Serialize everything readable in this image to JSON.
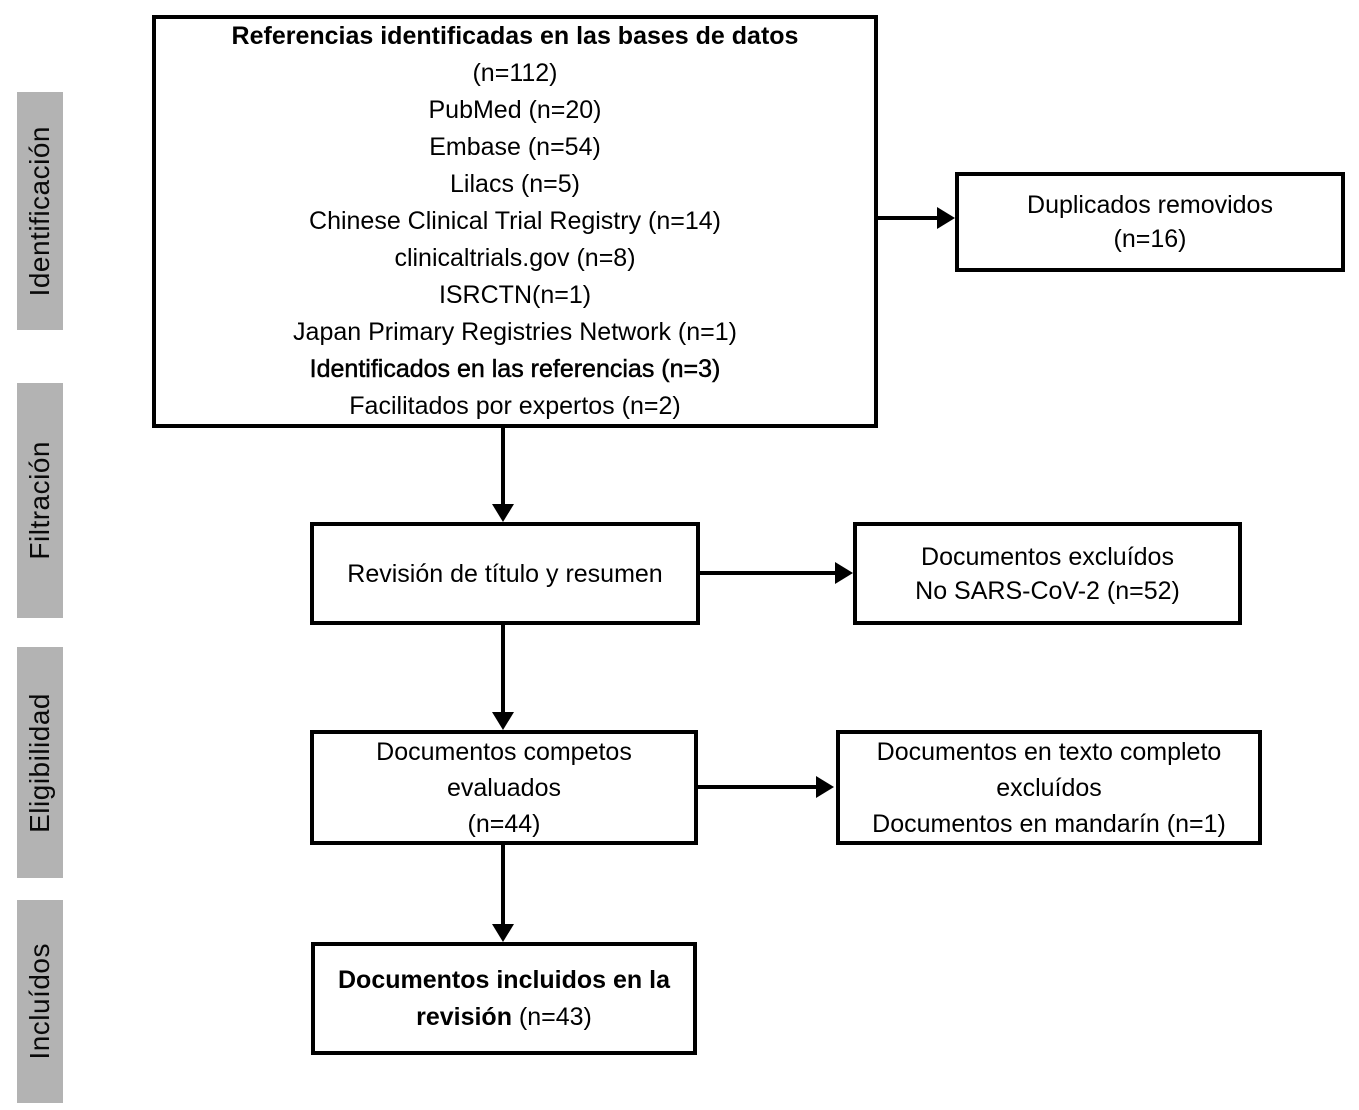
{
  "sidebar": {
    "bar_color": "#b3b3b3",
    "stages": [
      {
        "label": "Identificación"
      },
      {
        "label": "Filtración"
      },
      {
        "label": "Eligibilidad"
      },
      {
        "label": "Incluídos"
      }
    ]
  },
  "boxes": {
    "identification": {
      "title": "Referencias identificadas en las bases de datos",
      "lines": [
        "(n=112)",
        "PubMed (n=20)",
        "Embase (n=54)",
        "Lilacs (n=5)",
        "Chinese Clinical Trial Registry (n=14)",
        "clinicaltrials.gov (n=8)",
        "ISRCTN(n=1)",
        "Japan Primary Registries Network (n=1)",
        "Identificados en las referencias (n=3)",
        "Facilitados por expertos (n=2)"
      ]
    },
    "duplicates": {
      "lines": [
        "Duplicados removidos",
        "(n=16)"
      ]
    },
    "screening": {
      "lines": [
        "Revisión de título y resumen"
      ]
    },
    "excluded_screening": {
      "lines": [
        "Documentos excluídos",
        "No SARS-CoV-2 (n=52)"
      ]
    },
    "eligibility": {
      "lines": [
        "Documentos competos",
        "evaluados",
        "(n=44)"
      ]
    },
    "excluded_fulltext": {
      "lines": [
        "Documentos en texto completo",
        "excluídos",
        "Documentos en mandarín (n=1)"
      ]
    },
    "included": {
      "bold": "Documentos incluidos en la revisión",
      "normal": " (n=43)"
    }
  }
}
